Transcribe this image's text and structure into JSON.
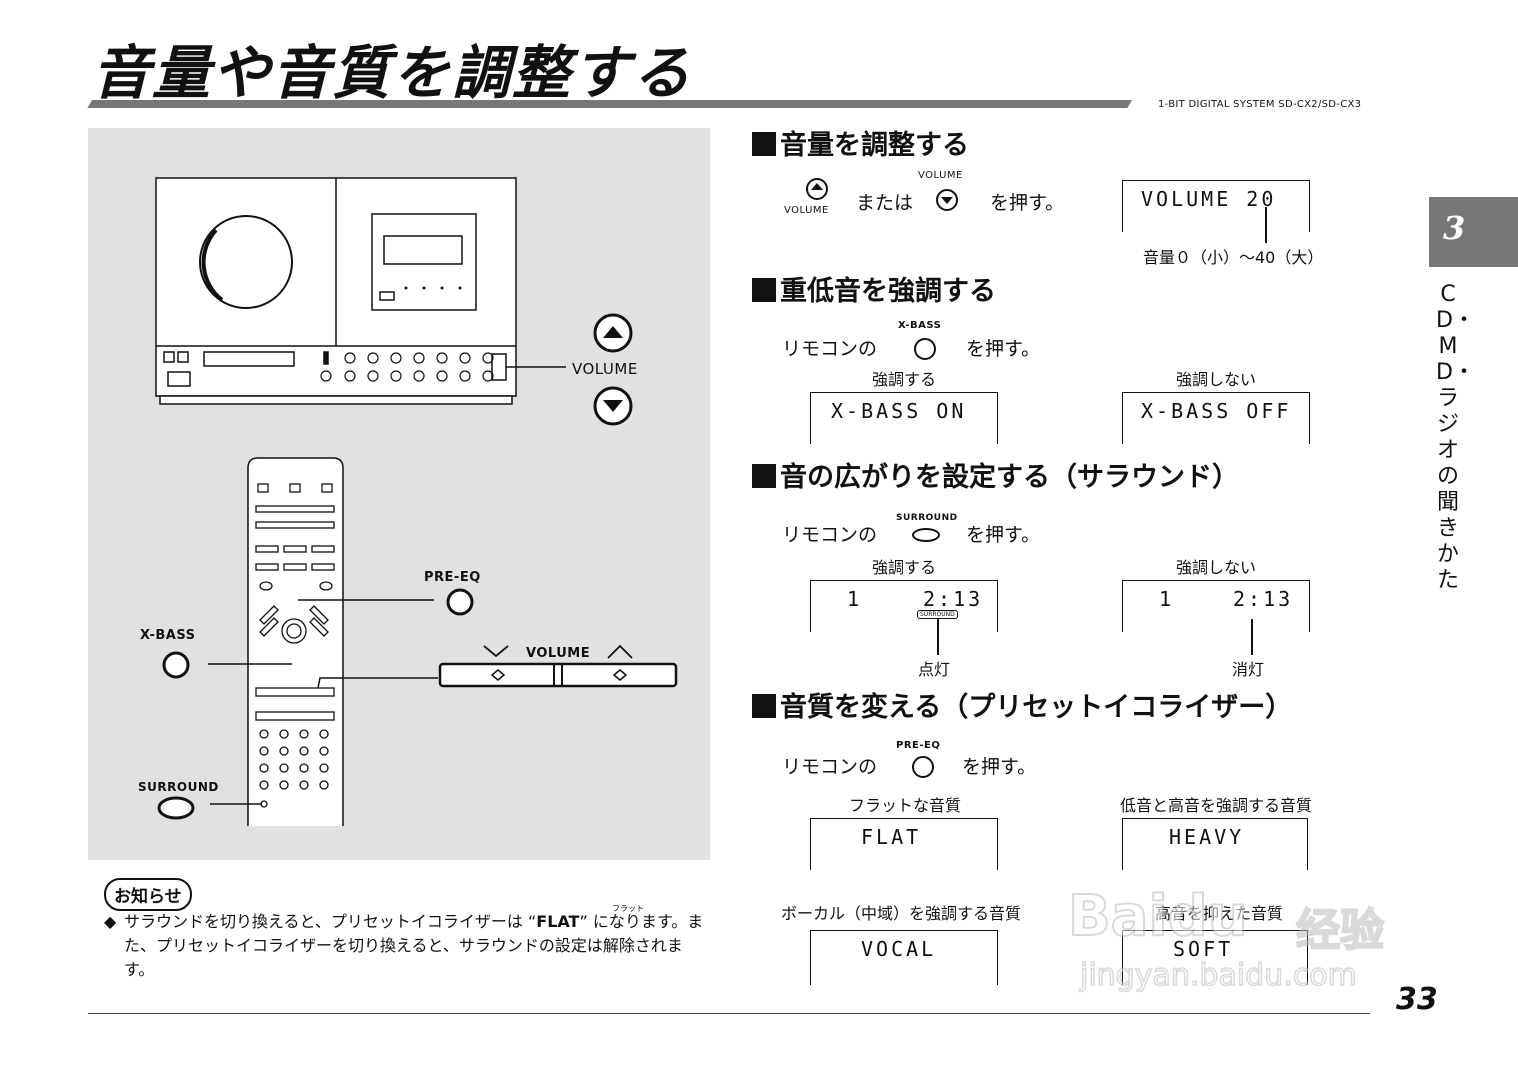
{
  "page_title": "音量や音質を調整する",
  "model": "1-BIT DIGITAL SYSTEM SD-CX2/SD-CX3",
  "chapter": {
    "number": "3",
    "title": "CD・MD・ラジオの聞きかた"
  },
  "page_number": "33",
  "illustration": {
    "volume_label": "VOLUME",
    "pre_eq_label": "PRE-EQ",
    "x_bass_label": "X-BASS",
    "surround_label": "SURROUND",
    "remote_volume_label": "VOLUME"
  },
  "sections": {
    "volume": {
      "heading": "音量を調整する",
      "icon_label_top": "VOLUME",
      "icon_label_bottom": "VOLUME",
      "text_mid": "または",
      "text_end": "を押す。",
      "display": "VOLUME 20",
      "range_note": "音量０（小）～40（大）"
    },
    "xbass": {
      "heading": "重低音を強調する",
      "button_label": "X-BASS",
      "text_pre": "リモコンの",
      "text_post": "を押す。",
      "caption_on": "強調する",
      "caption_off": "強調しない",
      "display_on": "X-BASS ON",
      "display_off": "X-BASS OFF"
    },
    "surround": {
      "heading": "音の広がりを設定する（サラウンド）",
      "button_label": "SURROUND",
      "text_pre": "リモコンの",
      "text_post": "を押す。",
      "caption_on": "強調する",
      "caption_off": "強調しない",
      "display_track": "1",
      "display_time": "2:13",
      "indicator": "SURROUND",
      "note_on": "点灯",
      "note_off": "消灯"
    },
    "pre_eq": {
      "heading": "音質を変える（プリセットイコライザー）",
      "button_label": "PRE-EQ",
      "text_pre": "リモコンの",
      "text_post": "を押す。",
      "modes": [
        {
          "caption": "フラットな音質",
          "display": "FLAT"
        },
        {
          "caption": "低音と高音を強調する音質",
          "display": "HEAVY"
        },
        {
          "caption": "ボーカル（中域）を強調する音質",
          "display": "VOCAL"
        },
        {
          "caption": "高音を抑えた音質",
          "display": "SOFT"
        }
      ]
    }
  },
  "notice": {
    "title": "お知らせ",
    "ruby": "フラット",
    "text_1": "サラウンドを切り換えると、プリセットイコライザーは “",
    "flat": "FLAT",
    "text_2": "” になります。また、プリセットイコライザーを切り換えると、サラウンドの設定は解除されます。"
  },
  "watermark": {
    "brand": "Baidu",
    "brand_suffix": "经验",
    "url": "jingyan.baidu.com"
  }
}
